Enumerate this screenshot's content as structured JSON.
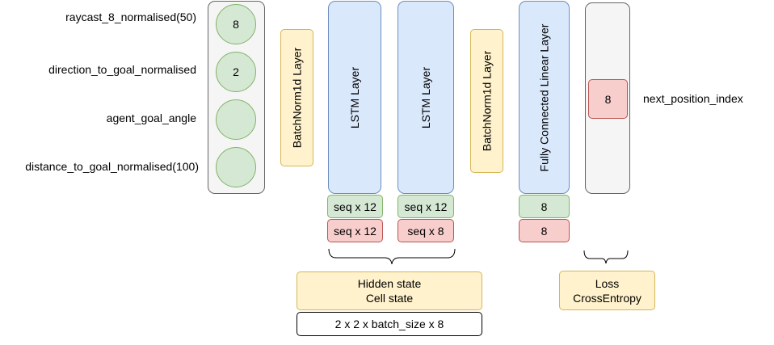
{
  "inputs": {
    "labels": [
      "raycast_8_normalised(50)",
      "direction_to_goal_normalised",
      "agent_goal_angle",
      "distance_to_goal_normalised(100)"
    ],
    "node_values": [
      "8",
      "2",
      "",
      ""
    ]
  },
  "layers": {
    "batchnorm1": "BatchNorm1d Layer",
    "lstm1": "LSTM Layer",
    "lstm2": "LSTM Layer",
    "batchnorm2": "BatchNorm1d Layer",
    "fc": "Fully Connected Linear Layer"
  },
  "shapes": {
    "lstm1_green": "seq x 12",
    "lstm1_red": "seq x 12",
    "lstm2_green": "seq x 12",
    "lstm2_red": "seq x 8",
    "fc_green": "8",
    "fc_red": "8"
  },
  "output": {
    "node_value": "8",
    "label": "next_position_index"
  },
  "hidden_box": {
    "line1": "Hidden state",
    "line2": "Cell state",
    "dims": "2 x 2 x batch_size x 8"
  },
  "loss_box": {
    "line1": "Loss",
    "line2": "CrossEntropy"
  },
  "colors": {
    "green_fill": "#d5e8d4",
    "red_fill": "#f8cecc",
    "blue_fill": "#dae8fc",
    "yellow_fill": "#fff2cc"
  }
}
